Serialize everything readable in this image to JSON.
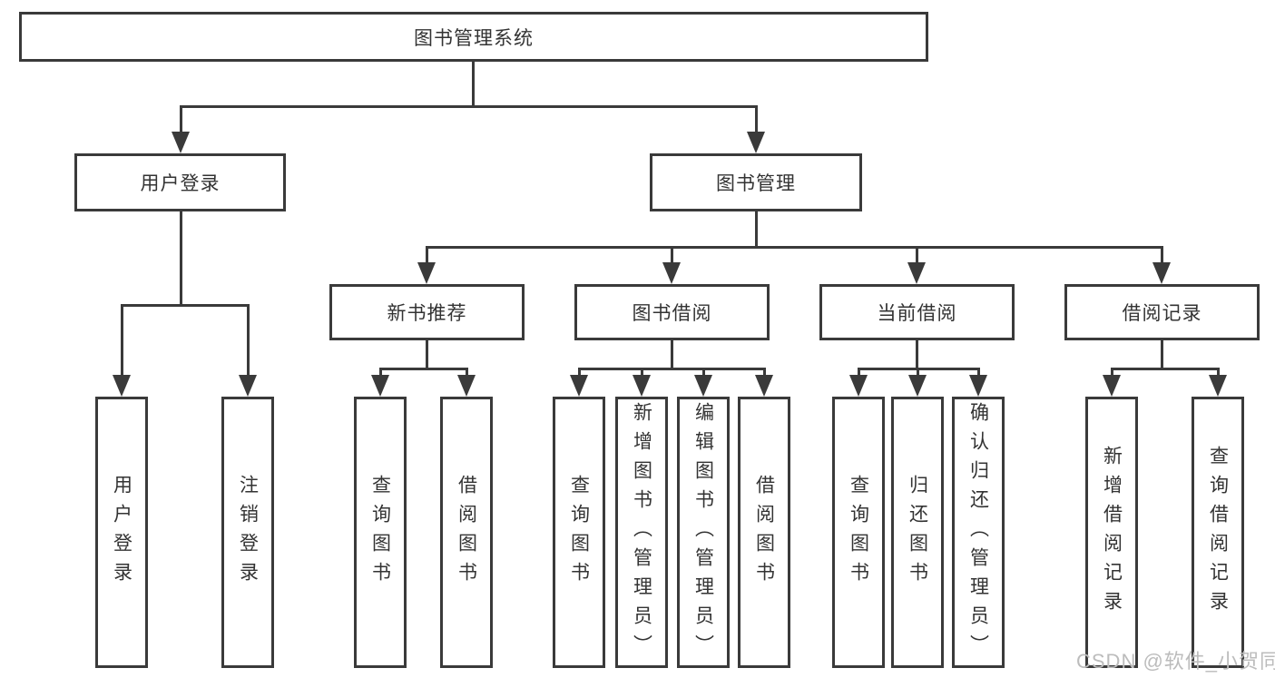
{
  "tree": {
    "label": "图书管理系统",
    "children": [
      {
        "label": "用户登录",
        "children": [
          {
            "label": "用户登录"
          },
          {
            "label": "注销登录"
          }
        ]
      },
      {
        "label": "图书管理",
        "children": [
          {
            "label": "新书推荐",
            "children": [
              {
                "label": "查询图书"
              },
              {
                "label": "借阅图书"
              }
            ]
          },
          {
            "label": "图书借阅",
            "children": [
              {
                "label": "查询图书"
              },
              {
                "label": "新增图书（管理员）"
              },
              {
                "label": "编辑图书（管理员）"
              },
              {
                "label": "借阅图书"
              }
            ]
          },
          {
            "label": "当前借阅",
            "children": [
              {
                "label": "查询图书"
              },
              {
                "label": "归还图书"
              },
              {
                "label": "确认归还（管理员）"
              }
            ]
          },
          {
            "label": "借阅记录",
            "children": [
              {
                "label": "新增借阅记录"
              },
              {
                "label": "查询借阅记录"
              }
            ]
          }
        ]
      }
    ]
  },
  "watermark": {
    "text": "CSDN @软件_小贺同学"
  },
  "colors": {
    "line": "#3a3a3a",
    "box_border": "#3a3a3a",
    "box_fill": "#ffffff",
    "text": "#333333",
    "watermark": "#bcbcbc",
    "background": "#ffffff"
  }
}
